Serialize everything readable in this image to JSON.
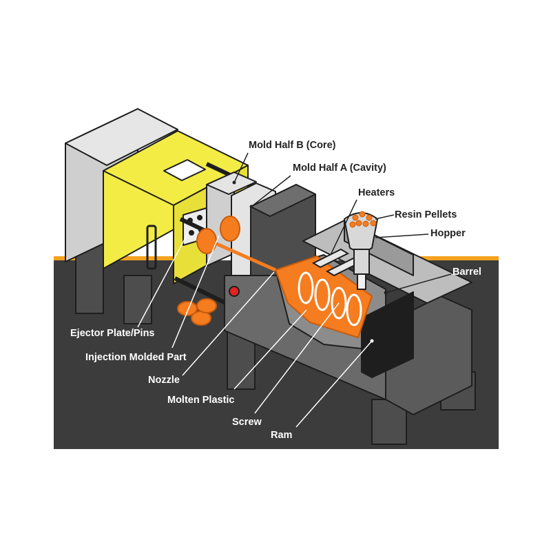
{
  "colors": {
    "floor": "#3c3c3c",
    "accent_stripe": "#f5a21e",
    "clamp_yellow": "#f2ec45",
    "gray_light": "#cfcfcf",
    "gray_mid": "#8c8c8c",
    "gray_dark": "#4d4d4d",
    "outline": "#1e1e1e",
    "molten_orange": "#f57c1f",
    "indicator_red": "#e32222",
    "label_dark": "#222222",
    "label_light": "#ffffff"
  },
  "labels": {
    "mold_half_b": "Mold Half B (Core)",
    "mold_half_a": "Mold Half A (Cavity)",
    "heaters": "Heaters",
    "resin_pellets": "Resin Pellets",
    "hopper": "Hopper",
    "barrel": "Barrel",
    "ejector": "Ejector Plate/Pins",
    "molded_part": "Injection Molded Part",
    "nozzle": "Nozzle",
    "molten_plastic": "Molten Plastic",
    "screw": "Screw",
    "ram": "Ram"
  }
}
